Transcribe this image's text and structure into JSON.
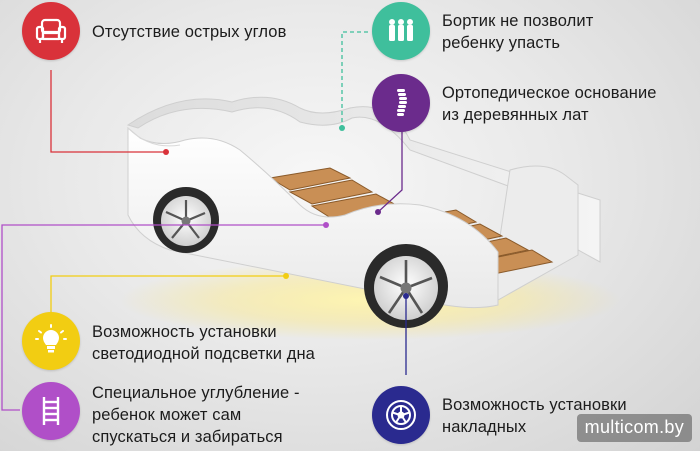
{
  "colors": {
    "red": "#d9323a",
    "teal": "#3fbf9c",
    "purple": "#6b2b8c",
    "yellow": "#f2cd12",
    "violet": "#b04fc8",
    "navy": "#2a2a8f"
  },
  "features": [
    {
      "icon": "armchair-icon",
      "text": "Отсутствие острых углов"
    },
    {
      "icon": "bumper-icon",
      "text": "Бортик не позволит\nребенку упасть"
    },
    {
      "icon": "spine-icon",
      "text": "Ортопедическое основание\nиз деревянных лат"
    },
    {
      "icon": "lightbulb-icon",
      "text": "Возможность установки\nсветодиодной подсветки дна"
    },
    {
      "icon": "ladder-icon",
      "text": "Специальное углубление -\nребенок может сам\nспускаться и забираться"
    },
    {
      "icon": "wheel-icon",
      "text": "Возможность установки\nнакладных"
    }
  ],
  "watermark": "multicom.by"
}
